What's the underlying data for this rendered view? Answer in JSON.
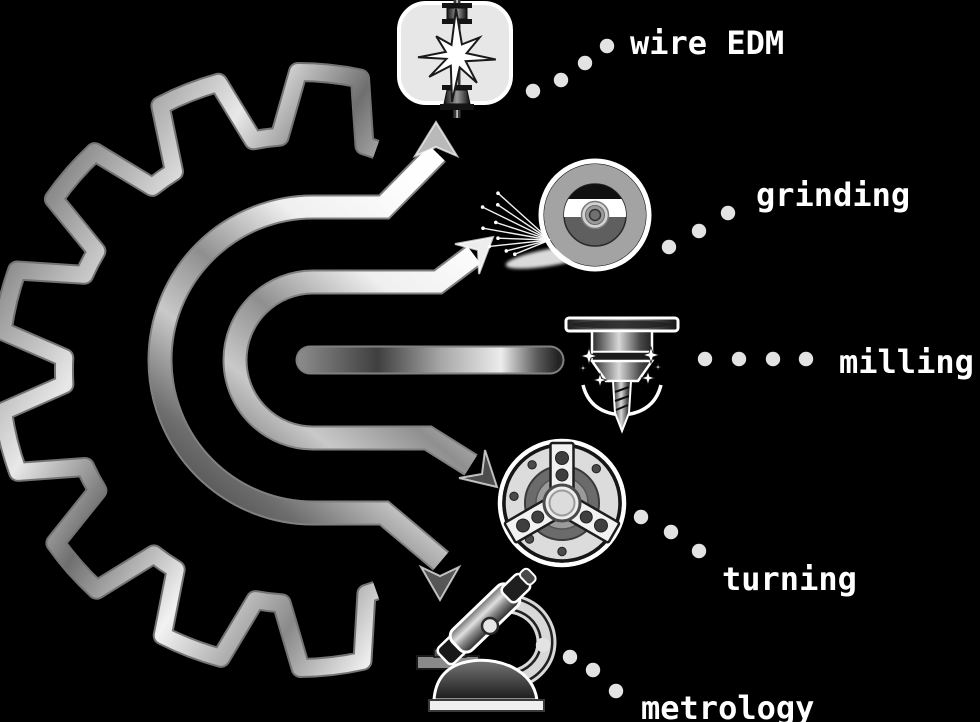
{
  "title": "machining processes hub diagram",
  "background_color": "#000000",
  "text_color": "#ffffff",
  "dot_color": "#e3e3e3",
  "hub": {
    "icon": "gear-icon"
  },
  "processes": [
    {
      "id": "wire-edm",
      "label": "wire EDM",
      "icon": "spark-wire-icon"
    },
    {
      "id": "grinding",
      "label": "grinding",
      "icon": "grinding-wheel-icon"
    },
    {
      "id": "milling",
      "label": "milling",
      "icon": "end-mill-icon"
    },
    {
      "id": "turning",
      "label": "turning",
      "icon": "lathe-chuck-icon"
    },
    {
      "id": "metrology",
      "label": "metrology",
      "icon": "microscope-icon"
    }
  ]
}
